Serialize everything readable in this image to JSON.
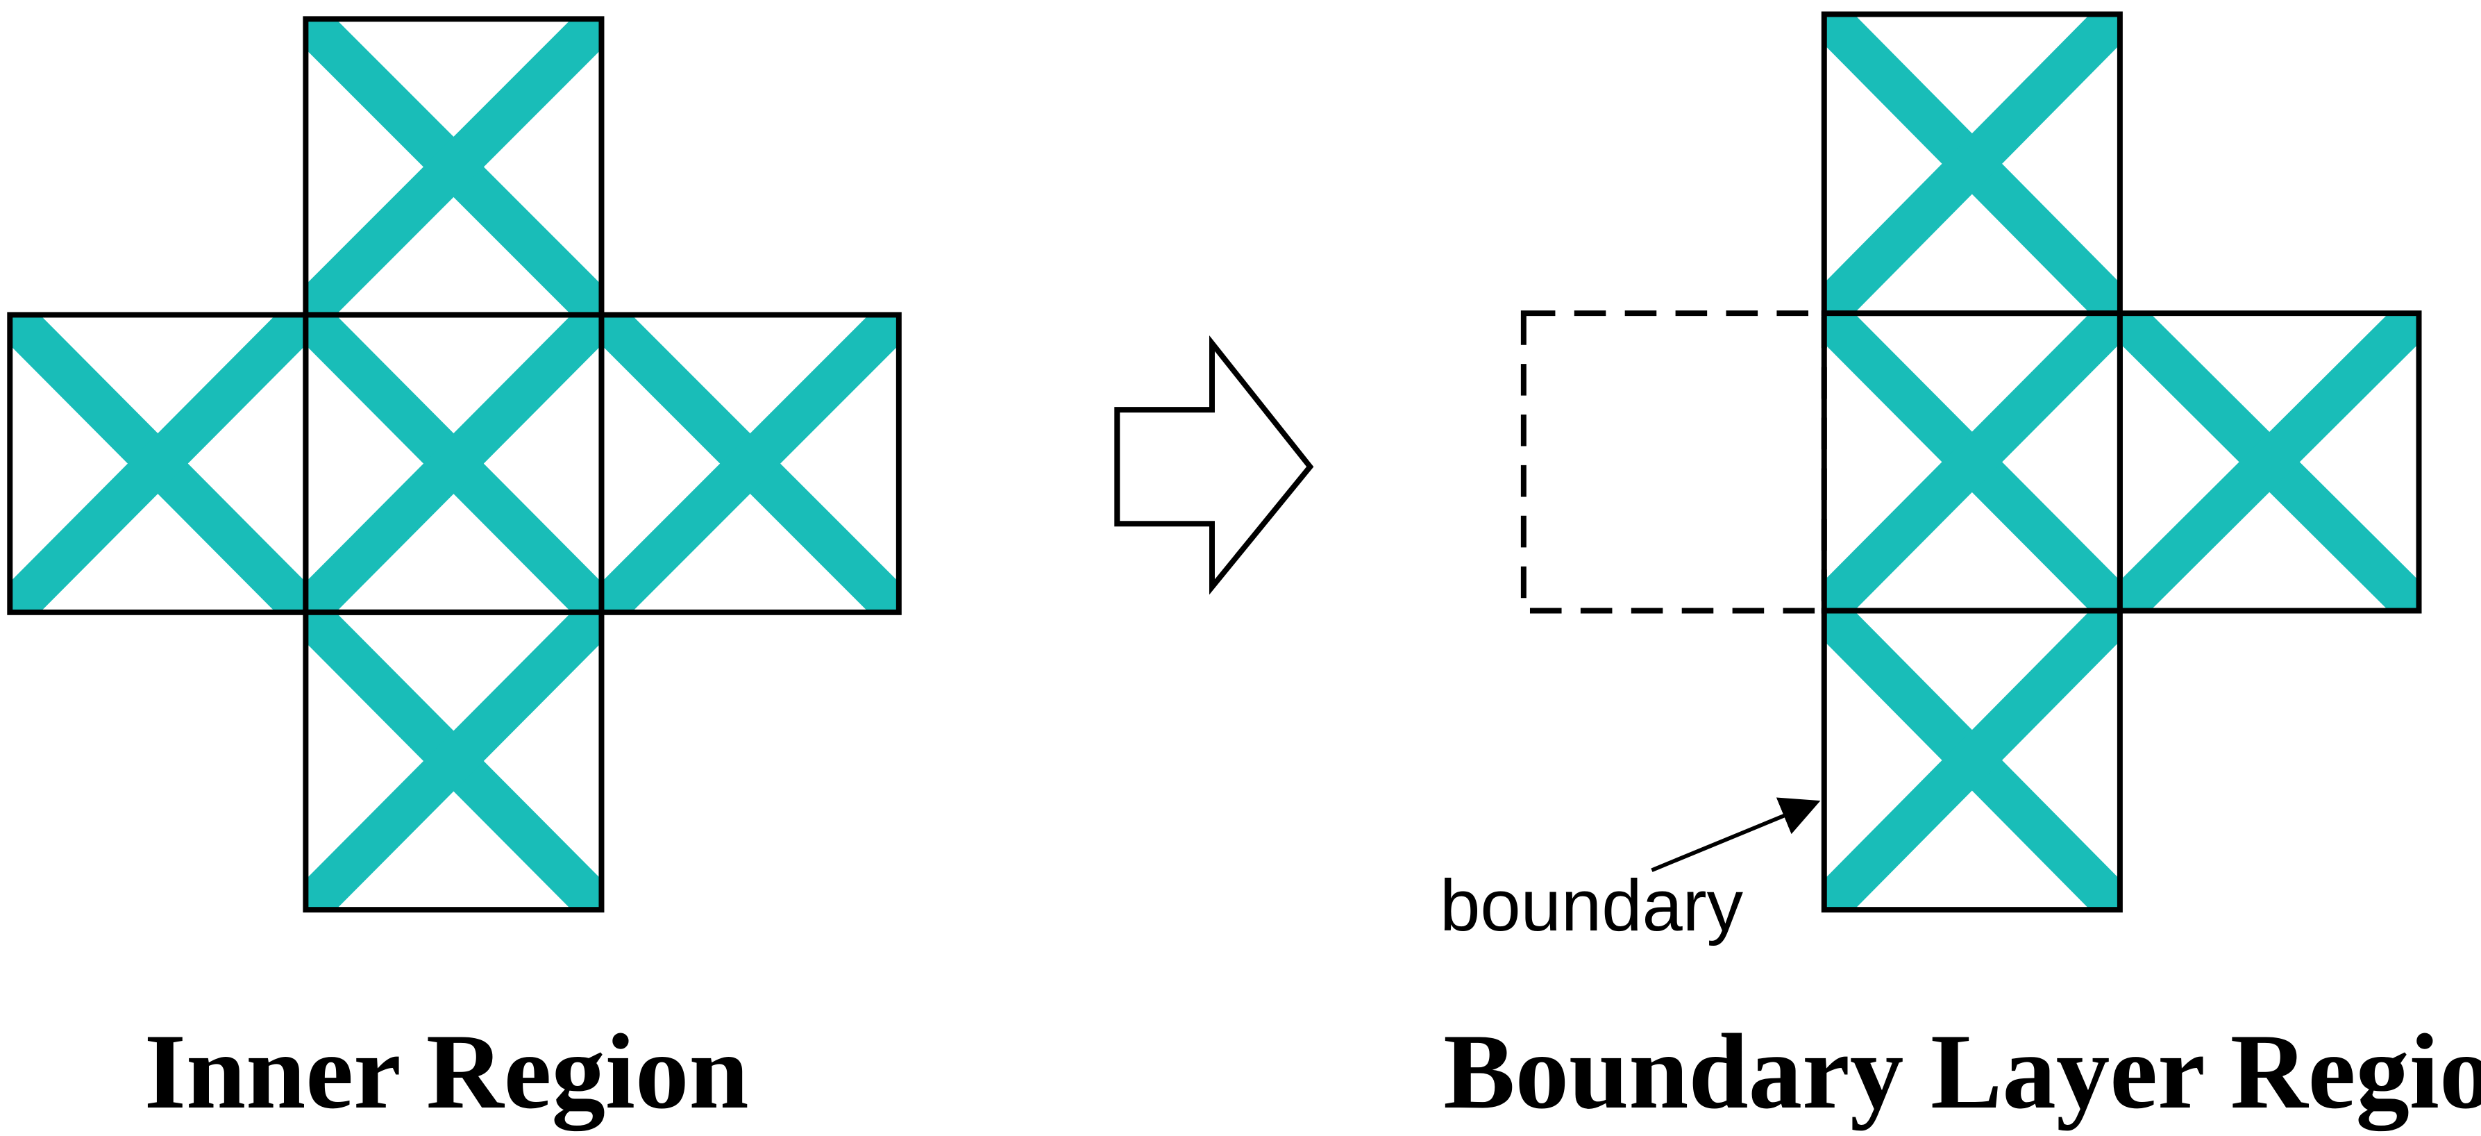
{
  "colors": {
    "diagonal": "#19bdb8",
    "outline": "#000000",
    "background": "#ffffff"
  },
  "left_panel": {
    "caption": "Inner Region"
  },
  "right_panel": {
    "caption": "Boundary Layer Region",
    "annotation": "boundary"
  },
  "arrow": {
    "direction": "right"
  }
}
